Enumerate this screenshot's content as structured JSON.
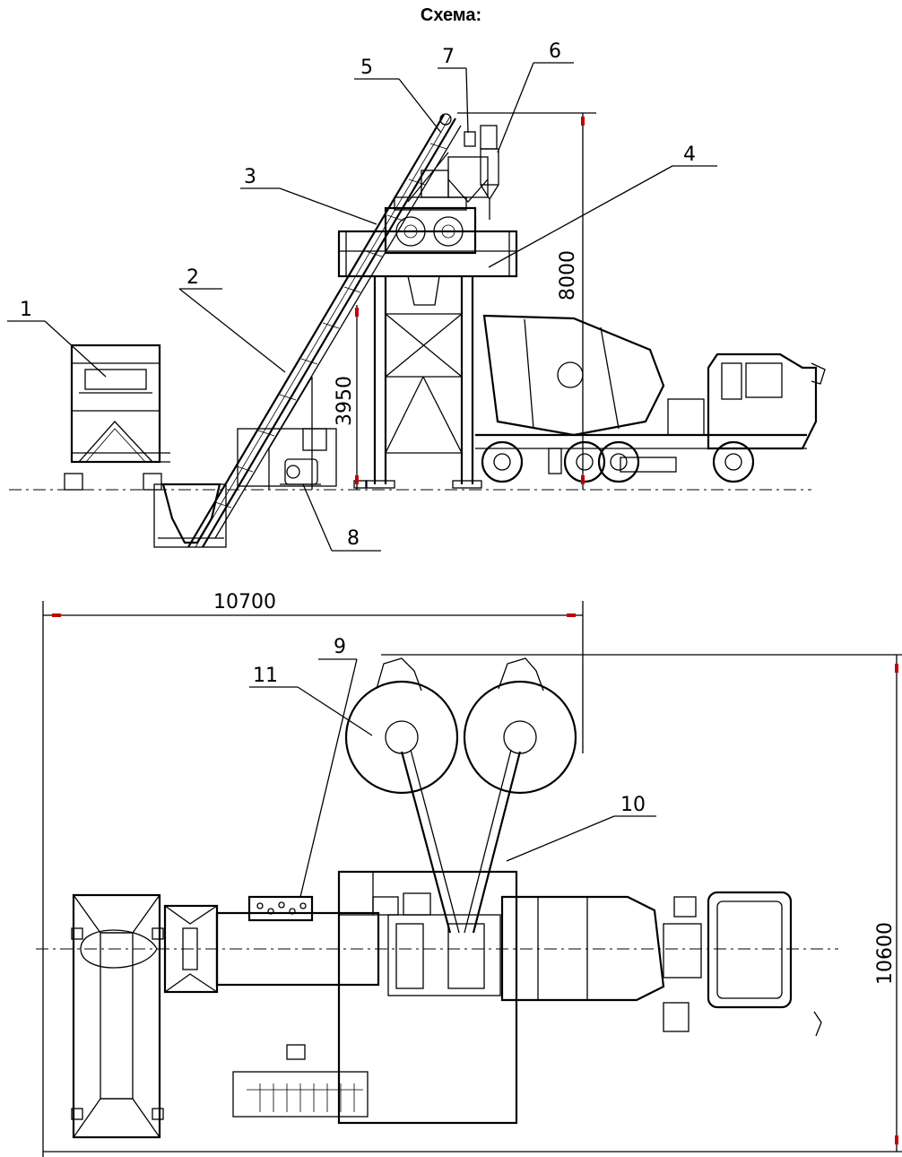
{
  "title": "Схема:",
  "callouts": [
    "1",
    "2",
    "3",
    "4",
    "5",
    "6",
    "7",
    "8",
    "9",
    "10",
    "11"
  ],
  "dimensions": {
    "total_height": "8000",
    "platform_height": "3950",
    "length": "10700",
    "width": "10600"
  }
}
